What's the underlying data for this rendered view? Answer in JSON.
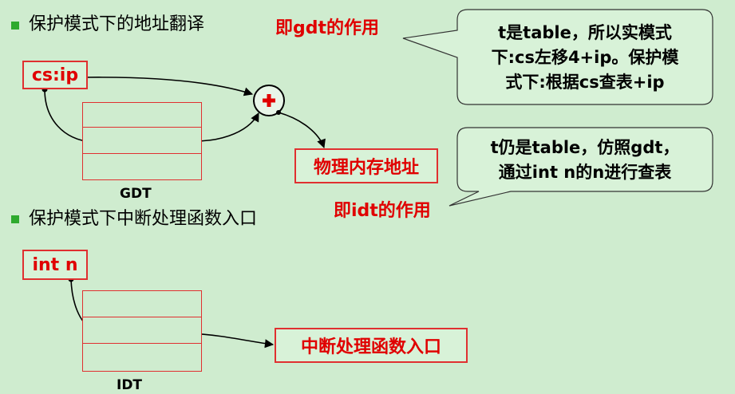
{
  "section1": {
    "heading": "保护模式下的地址翻译",
    "note": "即gdt的作用",
    "register": "cs:ip",
    "physical_label": "物理内存地址",
    "table_label": "GDT"
  },
  "callout1": {
    "lines": [
      "t是table，所以实模式",
      "下:cs左移4+ip。保护模",
      "式下:根据cs查表+ip"
    ]
  },
  "callout2": {
    "lines": [
      "t仍是table，仿照gdt，",
      "通过int n的n进行查表"
    ]
  },
  "note2": "即idt的作用",
  "section2": {
    "heading": "保护模式下中断处理函数入口",
    "register": "int n",
    "target_label": "中断处理函数入口",
    "table_label": "IDT"
  },
  "colors": {
    "background": "#cfeccf",
    "accent_red": "#e00000",
    "bullet_green": "#2eaa2e"
  },
  "icons": {
    "adder": "plus-circle-icon"
  }
}
